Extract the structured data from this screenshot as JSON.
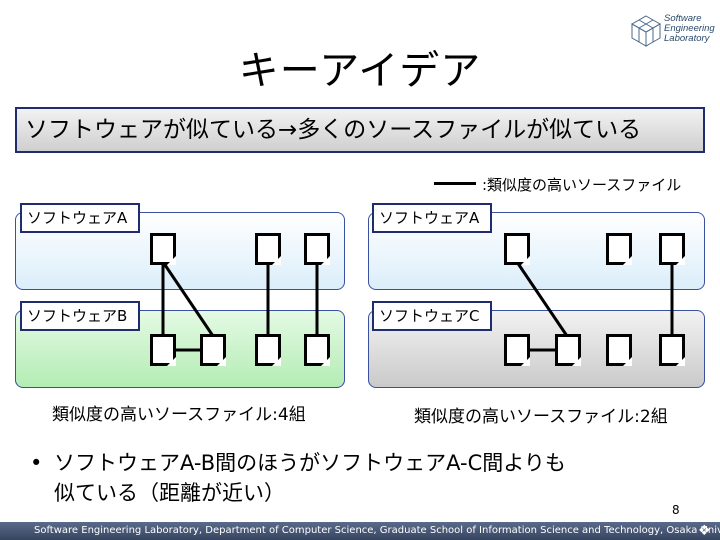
{
  "slide": {
    "title": "キーアイデア",
    "banner": "ソフトウェアが似ている→多くのソースファイルが似ている",
    "legend": ":類似度の高いソースファイル",
    "page_number": "8",
    "footer": "Software Engineering Laboratory, Department of Computer Science, Graduate School of Information Science and Technology, Osaka University"
  },
  "logo": {
    "lines": [
      "Software",
      "Engineering",
      "Laboratory"
    ],
    "icon": "network-cube-icon"
  },
  "left_pair": {
    "top_label": "ソフトウェアA",
    "bottom_label": "ソフトウェアB",
    "caption": "類似度の高いソースファイル:4組"
  },
  "right_pair": {
    "top_label": "ソフトウェアA",
    "bottom_label": "ソフトウェアC",
    "caption": "類似度の高いソースファイル:2組"
  },
  "bullet": {
    "line1": "ソフトウェアA-B間のほうがソフトウェアA-C間よりも",
    "line2": "似ている（距離が近い）"
  },
  "colors": {
    "frame": "#1f2d6e",
    "panel_blue": "#dbeefa",
    "panel_green": "#b4ecb4",
    "panel_gray": "#cacaca",
    "footer": "#36455f"
  }
}
